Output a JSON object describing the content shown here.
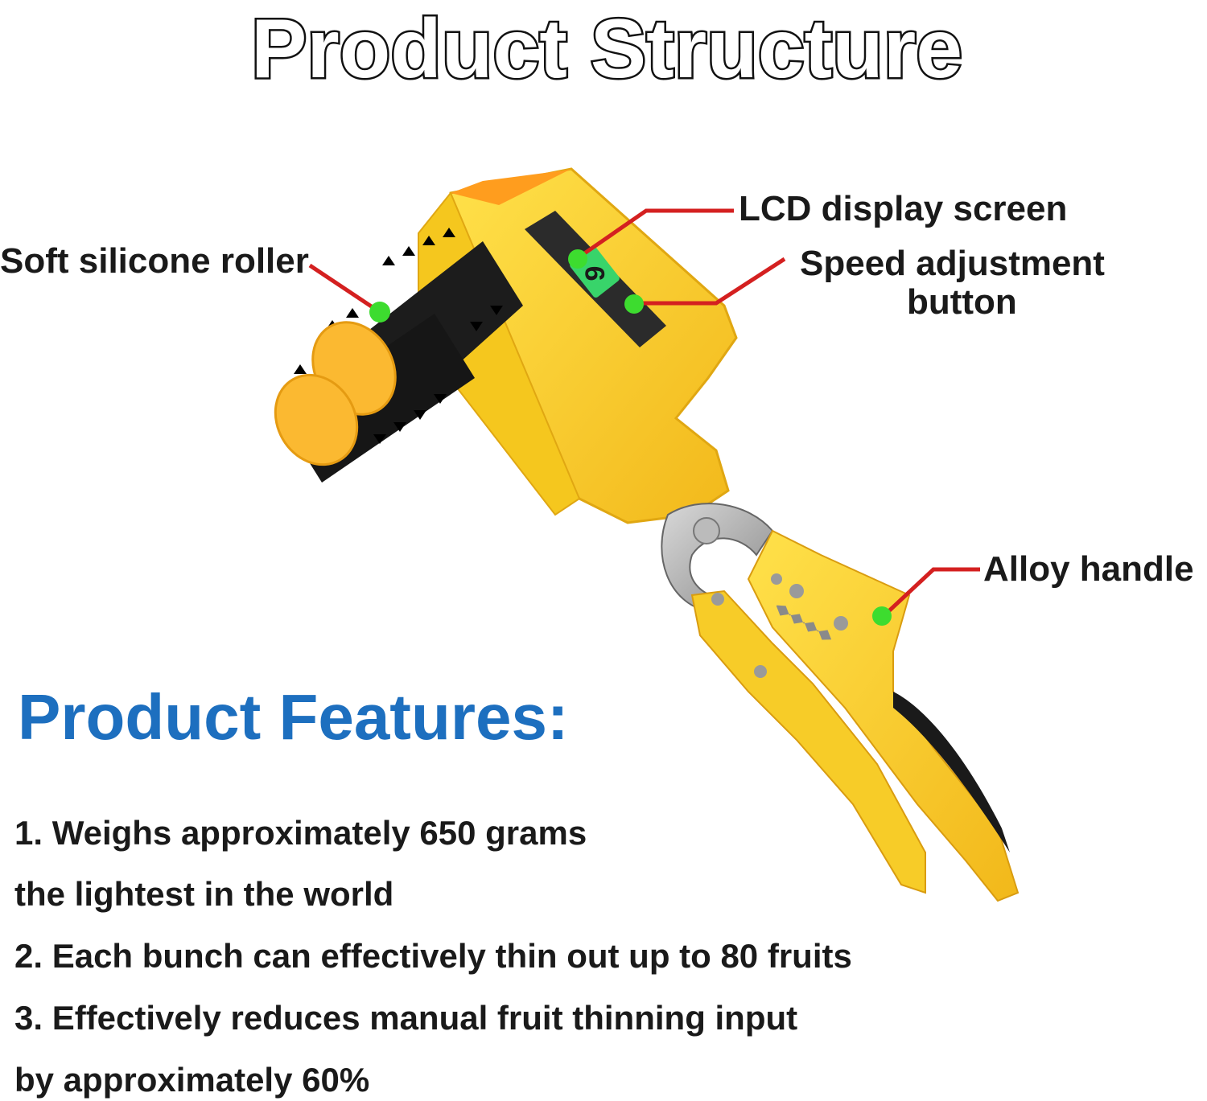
{
  "title": "Product Structure",
  "callouts": {
    "roller": "Soft silicone roller",
    "lcd": "LCD display screen",
    "speed_line1": "Speed adjustment",
    "speed_line2": "button",
    "handle": "Alloy handle"
  },
  "display_digit": "9",
  "features": {
    "heading": "Product Features:",
    "lines": [
      "1. Weighs approximately 650 grams",
      "the lightest in the world",
      "2. Each bunch can effectively thin out up to 80 fruits",
      "3. Effectively reduces manual fruit thinning input",
      "by approximately 60%"
    ]
  },
  "colors": {
    "body_yellow": "#f7d21e",
    "callout_line": "#d42020",
    "marker_dot": "#3ddc2f",
    "heading_blue": "#1d6fbf"
  }
}
